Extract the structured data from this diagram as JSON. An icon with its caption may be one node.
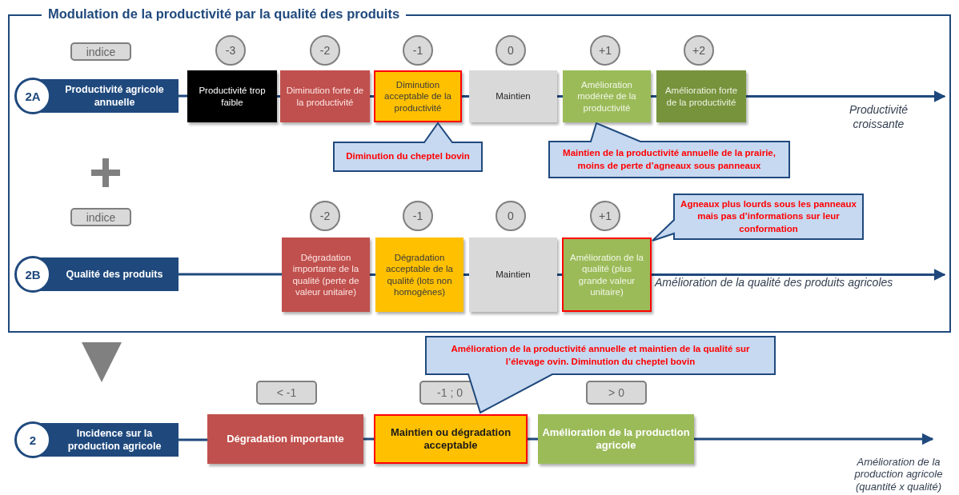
{
  "diagram": {
    "nodes": [
      {
        "text": [
          "Modulation de la productivité par la qualité des produits"
        ]
      },
      {
        "text": [
          "indice"
        ],
        "in": 0
      },
      {
        "text": [
          "-3"
        ],
        "in": 0
      },
      {
        "text": [
          "-2"
        ],
        "in": 0
      },
      {
        "text": [
          "-1"
        ],
        "in": 0
      },
      {
        "text": [
          "0"
        ],
        "in": 0
      },
      {
        "text": [
          "+1"
        ],
        "in": 0
      },
      {
        "text": [
          "+2"
        ],
        "in": 0
      },
      {
        "text": [
          "2A",
          "Productivité agricole annuelle"
        ],
        "in": 0
      },
      {
        "text": [
          "Productivité trop faible"
        ],
        "in": 0
      },
      {
        "text": [
          "Diminution forte de la productivité"
        ],
        "in": 0
      },
      {
        "text": [
          "Diminution acceptable de la productivité"
        ],
        "in": 0
      },
      {
        "text": [
          "Maintien"
        ],
        "in": 0
      },
      {
        "text": [
          "Amélioration modérée de la productivité"
        ],
        "in": 0
      },
      {
        "text": [
          "Amélioration forte de la productivité"
        ],
        "in": 0
      },
      {
        "text": [
          "Diminution du cheptel bovin"
        ],
        "in": 0
      },
      {
        "text": [
          "Maintien de la productivité annuelle de la prairie, moins de perte d’agneaux sous panneaux"
        ],
        "in": 0
      },
      {
        "text": [
          "indice"
        ],
        "in": 0
      },
      {
        "text": [
          "-2"
        ],
        "in": 0
      },
      {
        "text": [
          "-1"
        ],
        "in": 0
      },
      {
        "text": [
          "0"
        ],
        "in": 0
      },
      {
        "text": [
          "+1"
        ],
        "in": 0
      },
      {
        "text": [
          "2B",
          "Qualité des produits"
        ],
        "in": 0
      },
      {
        "text": [
          "Dégradation importante de la qualité (perte de valeur unitaire)"
        ],
        "in": 0
      },
      {
        "text": [
          "Dégradation acceptable de la qualité (lots non homogènes)"
        ],
        "in": 0
      },
      {
        "text": [
          "Maintien"
        ],
        "in": 0
      },
      {
        "text": [
          "Amélioration de la qualité (plus grande valeur unitaire)"
        ],
        "in": 0
      },
      {
        "text": [
          "Agneaux plus lourds sous les panneaux mais pas d’informations sur leur conformation"
        ],
        "in": 0
      },
      {
        "text": [
          "Amélioration de la productivité annuelle et maintien de la qualité sur l’élevage ovin. Diminution du cheptel bovin"
        ]
      },
      {
        "text": [
          "< -1"
        ]
      },
      {
        "text": [
          "-1 ; 0"
        ]
      },
      {
        "text": [
          "> 0"
        ]
      },
      {
        "text": [
          "2",
          "Incidence sur la production agricole"
        ]
      },
      {
        "text": [
          "Dégradation importante"
        ]
      },
      {
        "text": [
          "Maintien ou dégradation acceptable"
        ]
      },
      {
        "text": [
          "Amélioration de la production agricole"
        ]
      },
      {
        "text": [
          "Amélioration de la production agricole (quantité x qualité)"
        ]
      }
    ],
    "edges": [
      {
        "from": 8,
        "to": 9,
        "arrow": "none"
      },
      {
        "from": 9,
        "to": 10,
        "arrow": "none"
      },
      {
        "from": 10,
        "to": 11,
        "arrow": "none"
      },
      {
        "from": 11,
        "to": 12,
        "arrow": "none"
      },
      {
        "from": 12,
        "to": 13,
        "arrow": "none"
      },
      {
        "from": 13,
        "to": 14,
        "arrow": "none"
      },
      {
        "from": 14,
        "to": null,
        "arrow": "to"
      },
      {
        "from": 22,
        "to": 23,
        "arrow": "none"
      },
      {
        "from": 23,
        "to": 24,
        "arrow": "none"
      },
      {
        "from": 24,
        "to": 25,
        "arrow": "none"
      },
      {
        "from": 25,
        "to": 26,
        "arrow": "none"
      },
      {
        "from": 26,
        "to": null,
        "arrow": "to"
      },
      {
        "from": 32,
        "to": 33,
        "arrow": "none"
      },
      {
        "from": 33,
        "to": 34,
        "arrow": "none"
      },
      {
        "from": 34,
        "to": 35,
        "arrow": "none"
      },
      {
        "from": 35,
        "to": 36,
        "arrow": "to"
      }
    ],
    "labels": [
      "Productivité croissante",
      "Amélioration de la qualité des produits agricoles"
    ]
  }
}
